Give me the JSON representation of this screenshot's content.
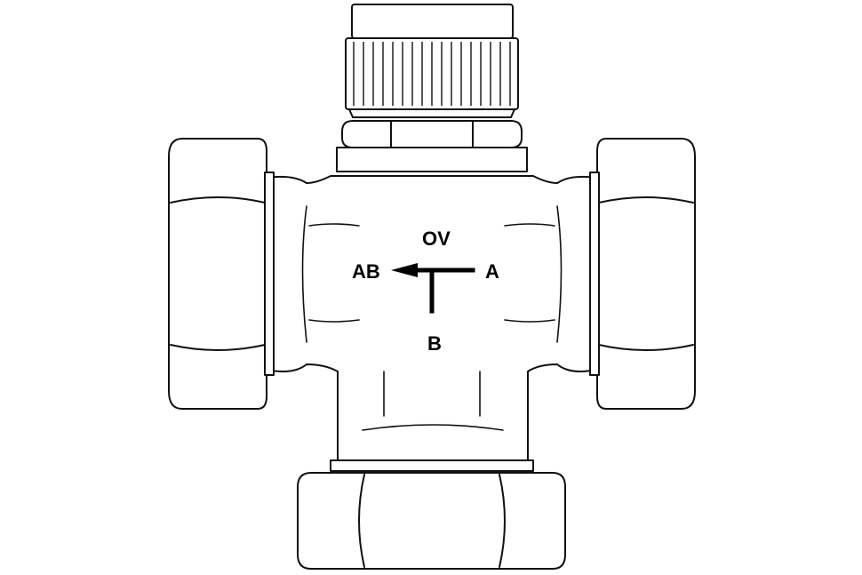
{
  "diagram": {
    "labels": {
      "top": "OV",
      "left": "AB",
      "right": "A",
      "bottom": "B"
    },
    "colors": {
      "line": "#111111",
      "fill": "#ffffff",
      "text": "#000000"
    }
  }
}
